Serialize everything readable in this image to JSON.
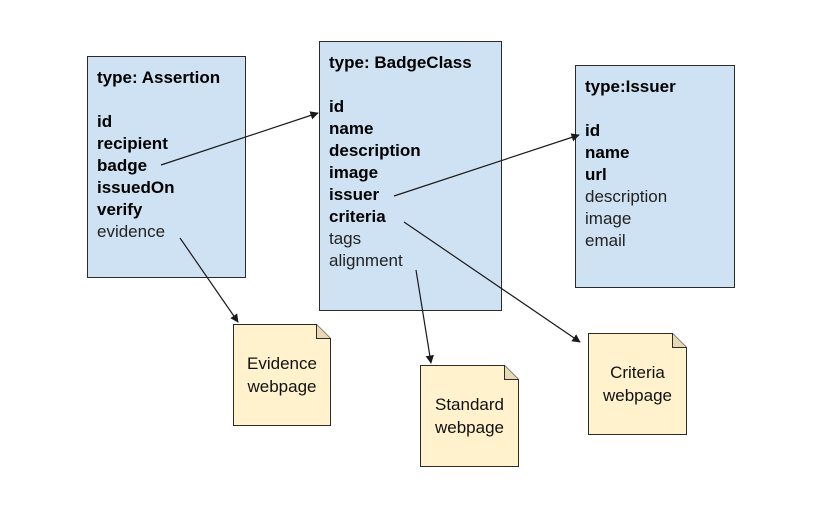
{
  "colors": {
    "entity_fill": "#cfe2f3",
    "note_fill": "#fff2cc",
    "stroke": "#2b2b2b"
  },
  "assertion": {
    "title": "type: Assertion",
    "fields": [
      "id",
      "recipient",
      "badge",
      "issuedOn",
      "verify",
      "evidence"
    ]
  },
  "badgeclass": {
    "title": "type: BadgeClass",
    "fields": [
      "id",
      "name",
      "description",
      "image",
      "issuer",
      "criteria",
      "tags",
      "alignment"
    ]
  },
  "issuer": {
    "title": "type:Issuer",
    "fields": [
      "id",
      "name",
      "url",
      "description",
      "image",
      "email"
    ]
  },
  "notes": {
    "evidence": {
      "line1": "Evidence",
      "line2": "webpage"
    },
    "standard": {
      "line1": "Standard",
      "line2": "webpage"
    },
    "criteria": {
      "line1": "Criteria",
      "line2": "webpage"
    }
  }
}
